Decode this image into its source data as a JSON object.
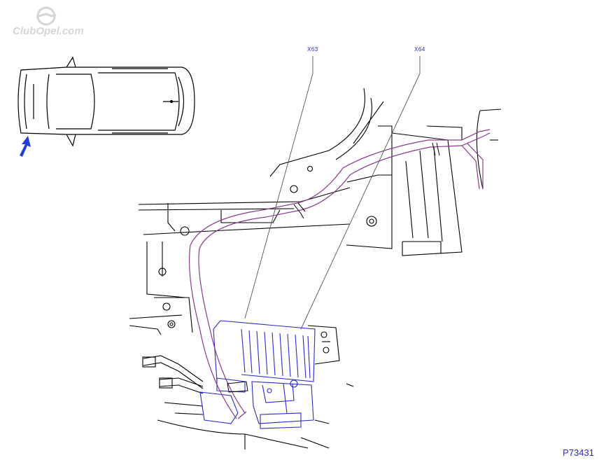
{
  "watermark": {
    "text": "ClubOpel.com"
  },
  "callouts": [
    {
      "id": "x63",
      "label": "X63"
    },
    {
      "id": "x64",
      "label": "X64"
    }
  ],
  "figure_number": "P73431",
  "colors": {
    "line": "#000000",
    "harness": "#8a3a8a",
    "callout": "#2a2ac8",
    "arrow": "#1f3fd8",
    "watermark": "#d6d6d6"
  },
  "icons": {
    "vehicle": "vehicle-top-view-icon",
    "view_arrow": "view-direction-arrow-icon",
    "logo": "brand-logo-icon"
  }
}
